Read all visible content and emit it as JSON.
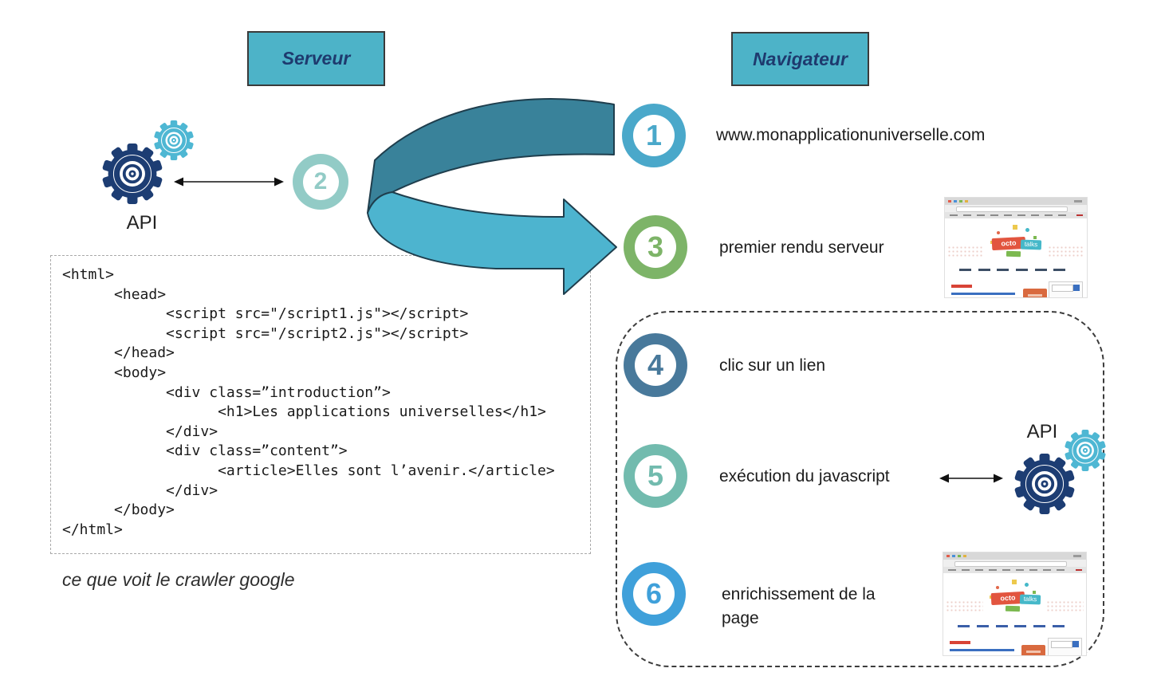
{
  "columns": {
    "server": {
      "title": "Serveur"
    },
    "browser": {
      "title": "Navigateur"
    }
  },
  "api_left": {
    "label": "API"
  },
  "api_right": {
    "label": "API"
  },
  "steps": [
    {
      "num": "1",
      "label": "www.monapplicationuniverselle.com",
      "color": "#4aa8ca"
    },
    {
      "num": "2",
      "label": "",
      "color": "#92cbc6"
    },
    {
      "num": "3",
      "label": "premier rendu serveur",
      "color": "#7db468"
    },
    {
      "num": "4",
      "label": "clic sur un lien",
      "color": "#48799b"
    },
    {
      "num": "5",
      "label": "exécution du javascript",
      "color": "#72bbae"
    },
    {
      "num": "6",
      "label": "enrichissement de la page",
      "color": "#3fa0da"
    }
  ],
  "code_block": {
    "lines": [
      "<html>",
      "      <head>",
      "            <script src=\"/script1.js\"></script>",
      "            <script src=\"/script2.js\"></script>",
      "      </head>",
      "      <body>",
      "            <div class=”introduction”>",
      "                  <h1>Les applications universelles</h1>",
      "            </div>",
      "            <div class=”content”>",
      "                  <article>Elles sont l’avenir.</article>",
      "            </div>",
      "      </body>",
      "</html>"
    ],
    "caption": "ce que voit le crawler google"
  },
  "thumbnail": {
    "logo_word1": "octo",
    "logo_word2": "talks"
  },
  "colors": {
    "header_fill": "#4db3c8",
    "header_text": "#1e3a6e",
    "swoosh_top": "#39829a",
    "swoosh_bottom": "#4db4cf",
    "swoosh_outline": "#1f3e4d",
    "gear_dark": "#1d3d73",
    "gear_light": "#4eb7d3",
    "arrow": "#111111"
  }
}
